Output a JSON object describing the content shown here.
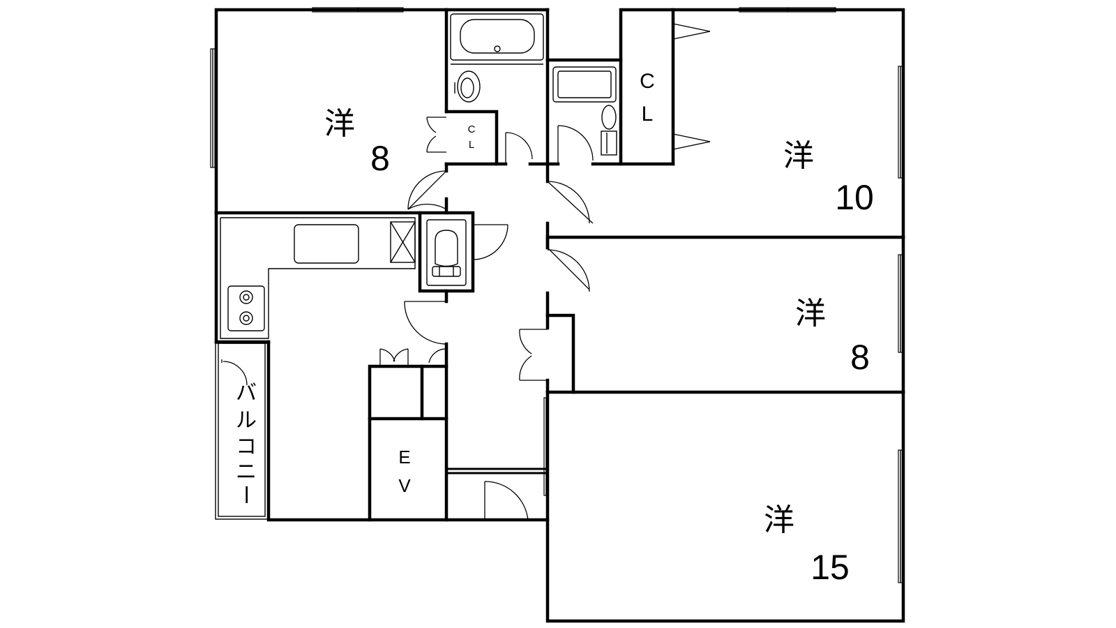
{
  "rooms": [
    {
      "id": "room-western-8-upper",
      "type_label": "洋",
      "size": "8"
    },
    {
      "id": "room-western-10",
      "type_label": "洋",
      "size": "10"
    },
    {
      "id": "room-western-8-lower",
      "type_label": "洋",
      "size": "8"
    },
    {
      "id": "room-western-15",
      "type_label": "洋",
      "size": "15"
    }
  ],
  "closets": {
    "small": {
      "line1": "C",
      "line2": "L"
    },
    "large": {
      "line1": "C",
      "line2": "L"
    }
  },
  "elevator": {
    "line1": "E",
    "line2": "V"
  },
  "balcony": {
    "chars": [
      "バ",
      "ル",
      "コ",
      "ニ",
      "ー"
    ]
  }
}
